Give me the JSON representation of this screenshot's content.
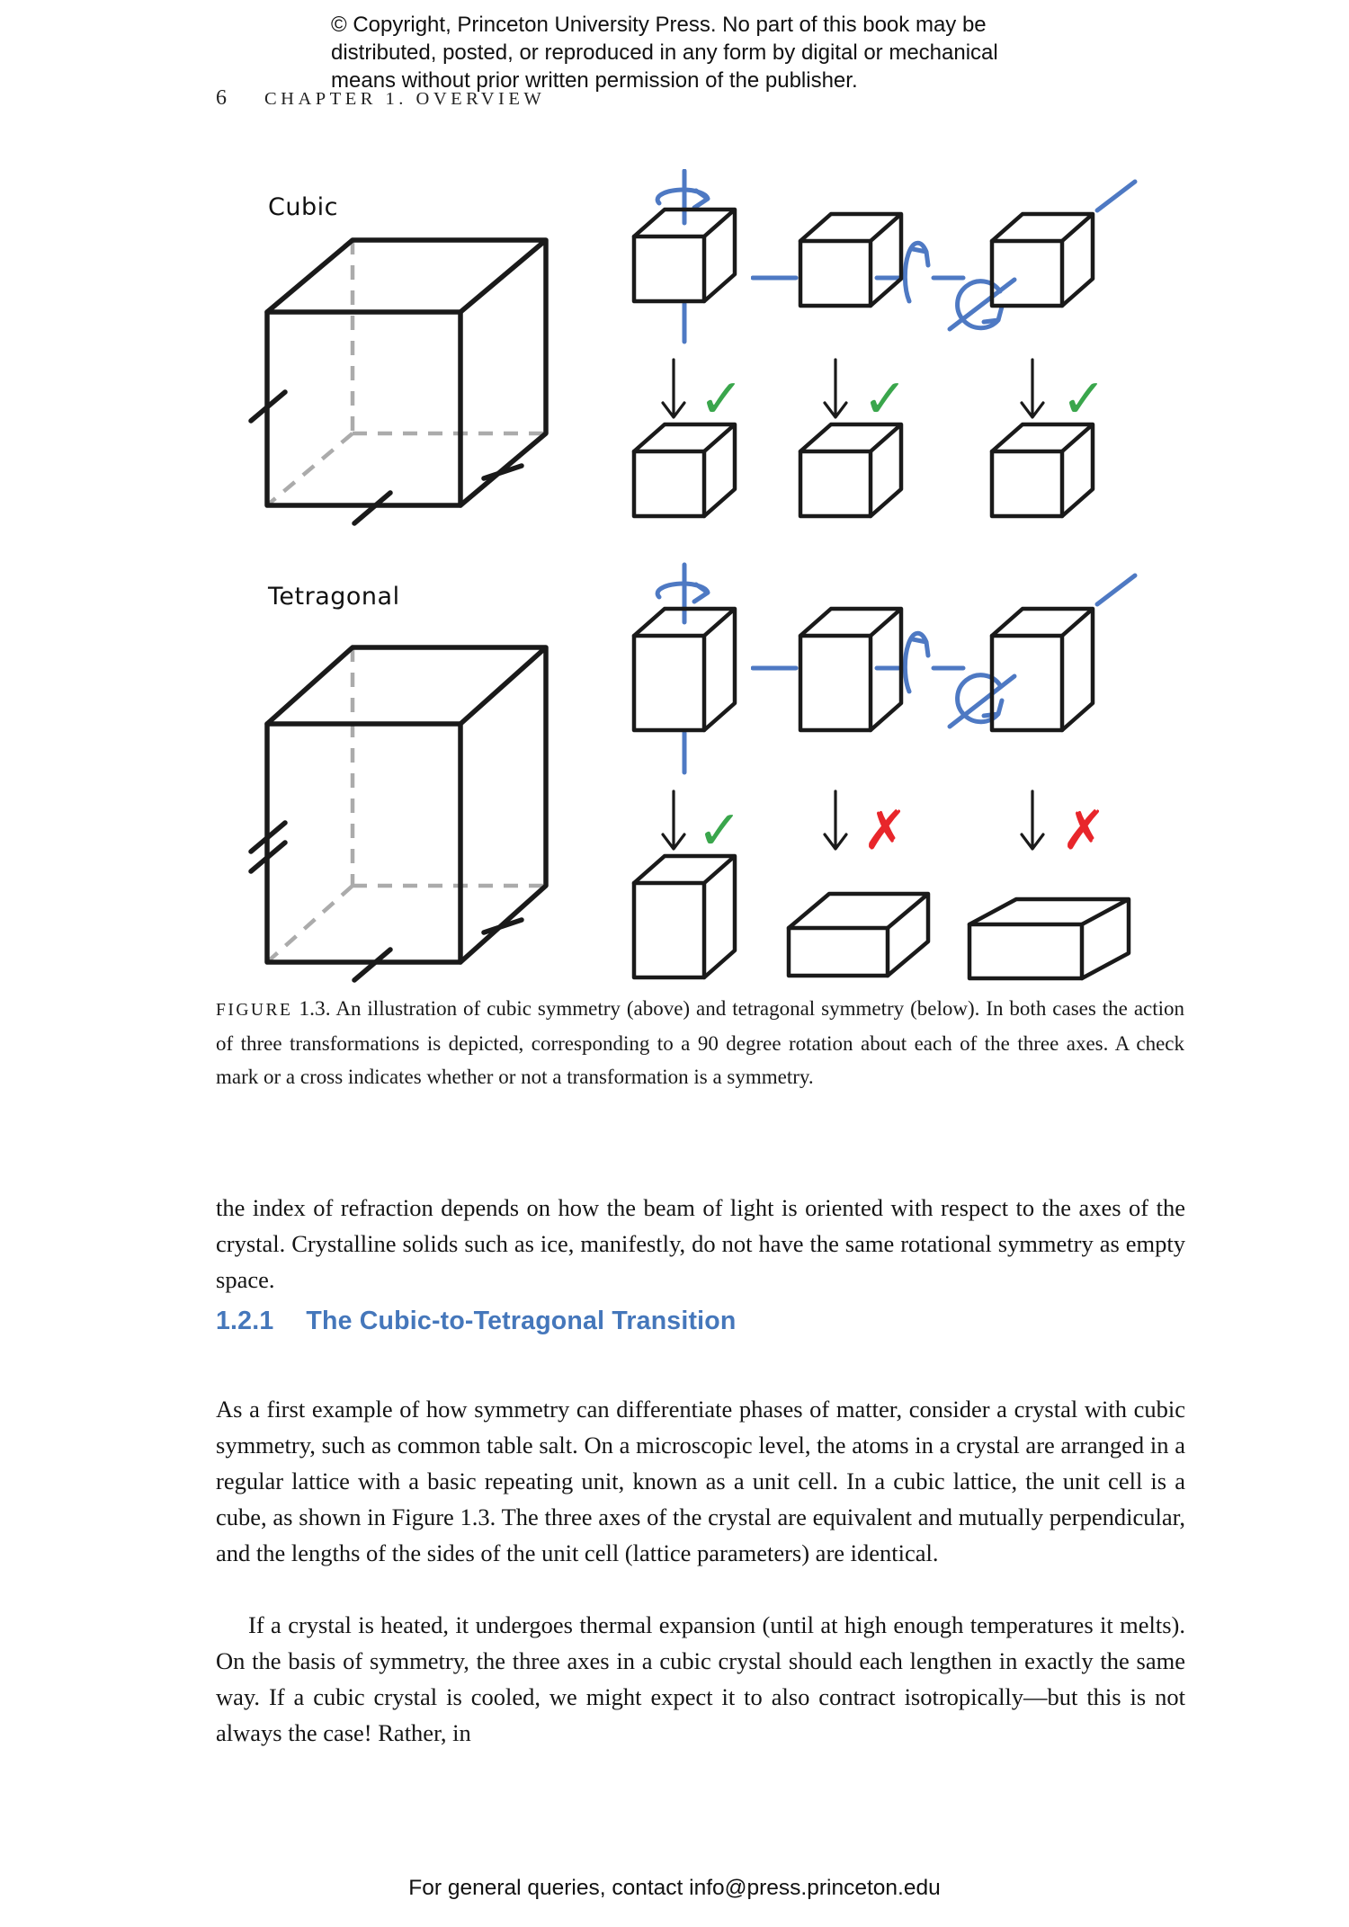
{
  "colors": {
    "axis_blue": "#4e79c3",
    "check_green": "#3aa64c",
    "cross_red": "#e8262b",
    "heading_blue": "#4577bb",
    "hidden_edge_gray": "#ababab",
    "edge_black": "#1a1a1a"
  },
  "copyright": {
    "line1": "© Copyright, Princeton University Press. No part of this book may be",
    "line2": "distributed, posted, or reproduced in any form by digital or mechanical",
    "line3": "means without prior written permission of the publisher."
  },
  "header": {
    "page_number": "6",
    "chapter": "CHAPTER 1. OVERVIEW"
  },
  "figure": {
    "cubic_label": "Cubic",
    "tetragonal_label": "Tetragonal",
    "cubic_marks": [
      {
        "glyph": "✓",
        "cls": "mark check"
      },
      {
        "glyph": "✓",
        "cls": "mark check"
      },
      {
        "glyph": "✓",
        "cls": "mark check"
      }
    ],
    "tetragonal_marks": [
      {
        "glyph": "✓",
        "cls": "mark check"
      },
      {
        "glyph": "✗",
        "cls": "mark cross"
      },
      {
        "glyph": "✗",
        "cls": "mark cross"
      }
    ],
    "caption_label": "FIGURE",
    "caption_number": "1.3.",
    "caption_text": "An illustration of cubic symmetry (above) and tetragonal symmetry (below). In both cases the action of three transformations is depicted, corresponding to a 90 degree rotation about each of the three axes. A check mark or a cross indicates whether or not a transformation is a symmetry."
  },
  "body": {
    "paragraph1": "the index of refraction depends on how the beam of light is oriented with respect to the axes of the crystal. Crystalline solids such as ice, manifestly, do not have the same rotational symmetry as empty space.",
    "section_number": "1.2.1",
    "section_title": "The Cubic-to-Tetragonal Transition",
    "paragraph2": "As a first example of how symmetry can differentiate phases of matter, consider a crystal with cubic symmetry, such as common table salt. On a microscopic level, the atoms in a crystal are arranged in a regular lattice with a basic repeating unit, known as a unit cell. In a cubic lattice, the unit cell is a cube, as shown in Figure 1.3. The three axes of the crystal are equivalent and mutually perpendicular, and the lengths of the sides of the unit cell (lattice parameters) are identical.",
    "paragraph3": "If a crystal is heated, it undergoes thermal expansion (until at high enough temperatures it melts). On the basis of symmetry, the three axes in a cubic crystal should each lengthen in exactly the same way. If a cubic crystal is cooled, we might expect it to also contract isotropically—but this is not always the case! Rather, in"
  },
  "footer": {
    "text": "For general queries, contact info@press.princeton.edu"
  }
}
